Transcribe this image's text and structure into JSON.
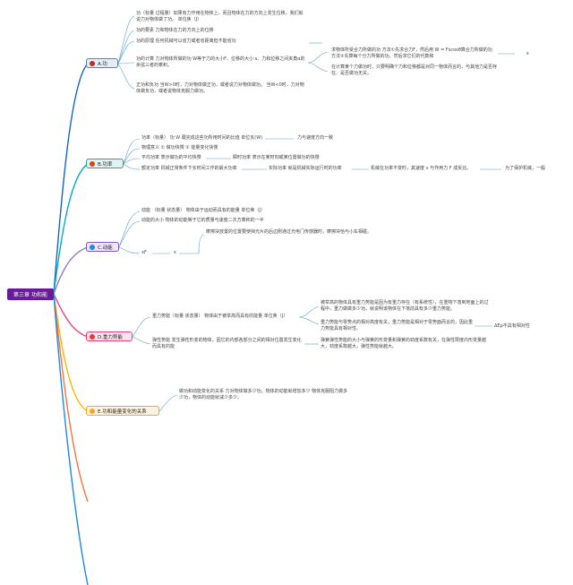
{
  "root": "第三章 功和能",
  "colors": {
    "A": "#c62828",
    "B": "#00897b",
    "C": "#7e57c2",
    "D": "#e53935",
    "E": "#f5a623",
    "F": "#ff7043",
    "G": "#1e88e5"
  },
  "A": {
    "title": "A.功",
    "items": [
      "功（标量 过程量）如果有力作用在物体上，而且物体在力的方向上发生位移，我们就说力对物体做了功。 单位焦（J）",
      "功的要素 力和物体在力的方向上的位移",
      "功的原理 任何机械可以省力或者省距离但不能省功",
      "功的计算 力对物体所做的功 W等于力的大小F、位移的大小 s、力和位移之间夹角α的余弦三者的乘积。",
      "正功和负功 当W>0时，力对物体做正功，或者说力对物体做功。 当W<0时，力对物体做负功，或者说物体克服力做功。"
    ],
    "sub": [
      "求物体所受合力所做的功 方法①先求合力F，然后用 W = Fscosθ算合力所做的功 方法②先算每个分力所做的功，然后求它们的代数和",
      "在计算某个力做功时，只要明确个力和位移都是对同一物体而言的，与其他力是否存在、是否做功无关。"
    ],
    "s_label": "s"
  },
  "B": {
    "title": "B.功率",
    "items": [
      "功率（标量） 功 W 跟完成这些功所用时间的比值 单位瓦(W)",
      "物理意义 ① 做功快慢 ② 能量变化快慢",
      "平均功率 表示做功的平均快慢",
      "额定功率 机械正常条件下长时间工作的最大功率"
    ],
    "sub": [
      "力与速度方向一致",
      "瞬时功率 表示在某时刻或某位置做功的快慢",
      "实际功率 就是机械实际运行时的功率",
      "机械在功率不变时，其速度 v 与作用力 F 成反比。",
      "为了保护机械，一般"
    ]
  },
  "C": {
    "title": "C.动能",
    "items": [
      "动能 （标量 状态量） 物体由于运动而具有的能量 单位焦（J）",
      "动能的大小 物体的动能等于它的质量与速度二次方乘积的一半",
      "xF"
    ],
    "sub": [
      "摩擦块放置的位置要使挡光片的后边刚通过光电门传感器时，摩擦块恰与小车相碰。",
      "s"
    ]
  },
  "D": {
    "title": "D.重力势能",
    "items": [
      "重力势能（标量 状态量） 物体由于被举高而具有的能量 单位焦（J）",
      "弹性势能 发生弹性形变的物体，因它的内部各部分之间的相对位置发生变化而具有的能"
    ],
    "sub": [
      "被举高的物体具有重力势能是因为有重力存在（有系统性），在重物下落到地面上的过程中，重力做做多少功，就说明该物体在下落前具有多少重力势能。",
      "重力势能与零势点的相对高度有关，重力势能是相对于零势面而言的，因此重力势能具有相对性。",
      "ΔEp不具有相对性",
      "弹簧弹性势能的大小与弹簧的形变量和弹簧的劲度系数有关，在弹性限度内形变量越大，劲度系数越大，弹性势能就越大。"
    ]
  },
  "E": {
    "title": "E.功和能量变化的关系",
    "items": [
      "做功和动能变化的关系 力对物体做多少功，物体的动能就增加多少 物体克服阻力做多少功，物体的动能就减少多少。"
    ]
  }
}
